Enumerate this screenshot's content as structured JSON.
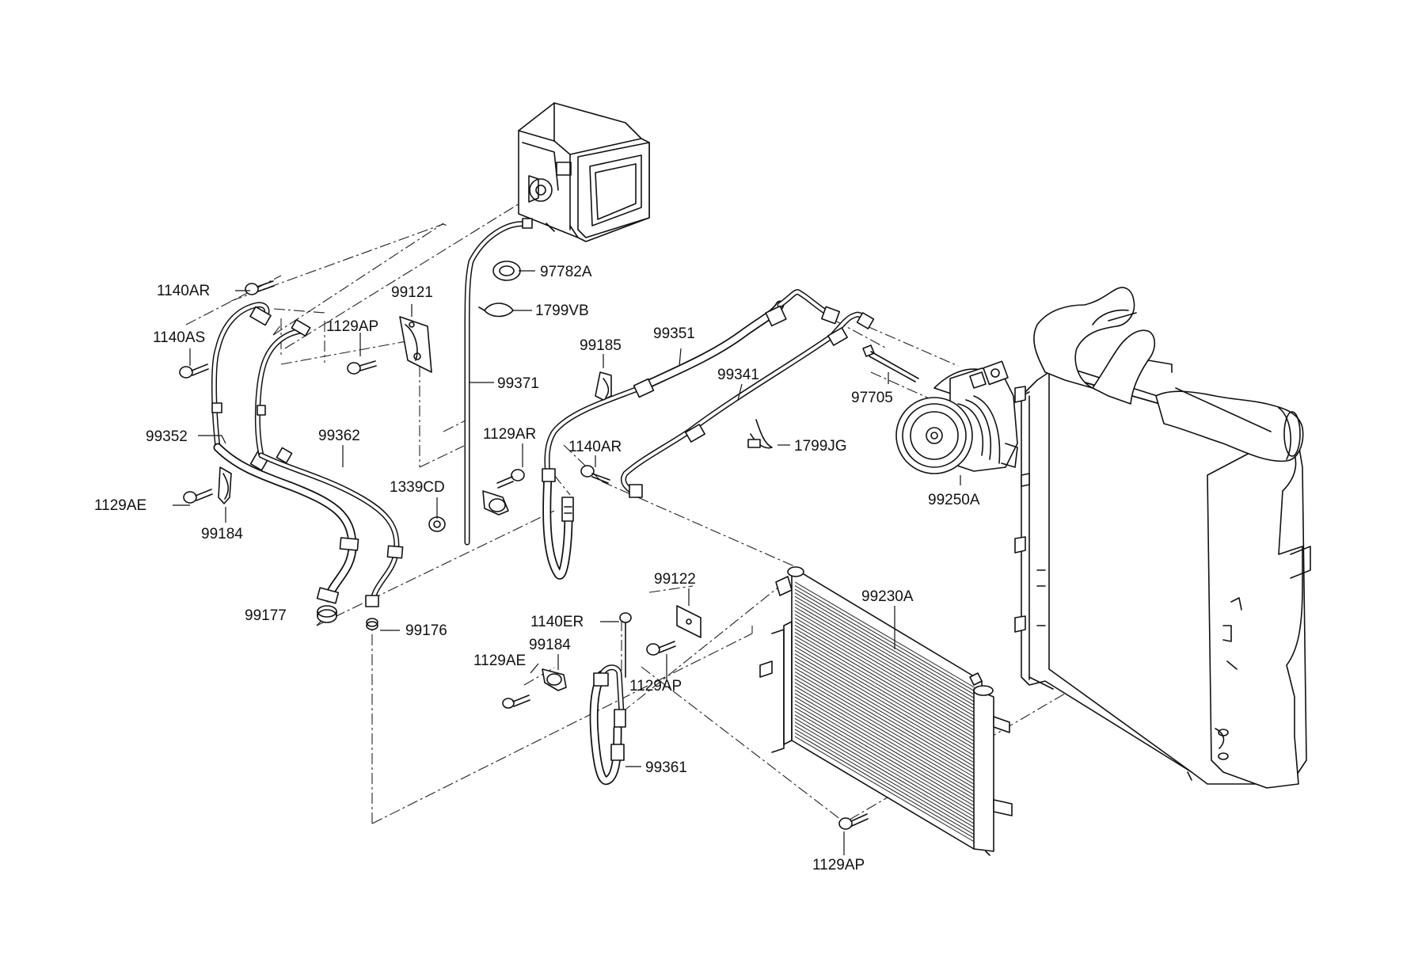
{
  "diagram": {
    "labels": {
      "l_97782A": "97782A",
      "l_1799VB": "1799VB",
      "l_99371": "99371",
      "l_1140AR_top": "1140AR",
      "l_99121": "99121",
      "l_1129AP_top": "1129AP",
      "l_1140AS": "1140AS",
      "l_99352": "99352",
      "l_99362": "99362",
      "l_1129AE_left": "1129AE",
      "l_99184_left": "99184",
      "l_1339CD": "1339CD",
      "l_1129AR": "1129AR",
      "l_1140AR_mid": "1140AR",
      "l_99185": "99185",
      "l_99351": "99351",
      "l_99341": "99341",
      "l_1799JG": "1799JG",
      "l_97705": "97705",
      "l_99250A": "99250A",
      "l_99177": "99177",
      "l_99176": "99176",
      "l_99122": "99122",
      "l_1140ER": "1140ER",
      "l_99184_mid": "99184",
      "l_1129AE_mid": "1129AE",
      "l_1129AP_mid": "1129AP",
      "l_99361": "99361",
      "l_99230A": "99230A",
      "l_1129AP_bottom": "1129AP"
    }
  }
}
